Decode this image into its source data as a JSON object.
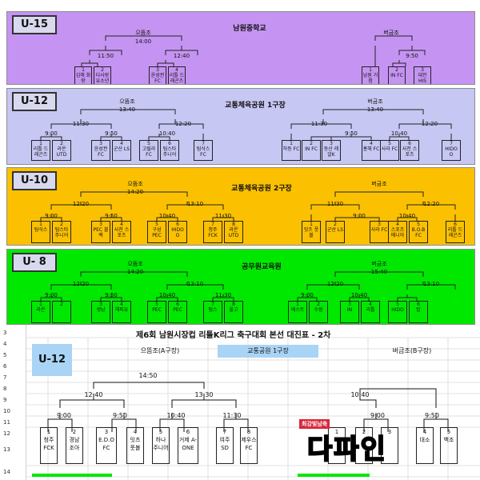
{
  "colors": {
    "u15": "#c594f2",
    "u12": "#c7c7f4",
    "u10": "#fbc100",
    "u8": "#00e800",
    "sheet_header": "#a9d4f5",
    "watermark": "#d8283c"
  },
  "sections": [
    {
      "id": "u15",
      "label": "U-15",
      "venue": "남원중학교",
      "groups": [
        {
          "name": "으뜸조",
          "time": "14:00",
          "subs": [
            {
              "time": "11:50",
              "teams": [
                {
                  "n": "1",
                  "t": "김해 화랑"
                },
                {
                  "n": "2",
                  "t": "다사랑 유소년"
                }
              ]
            },
            {
              "time": "12:40",
              "teams": [
                {
                  "n": "3",
                  "t": "윤성권 FC"
                },
                {
                  "n": "4",
                  "t": "리틀 드래곤즈"
                }
              ]
            }
          ]
        },
        {
          "name": "버금조",
          "time": "",
          "subs": [
            {
              "time": "",
              "teams": [
                {
                  "n": "1",
                  "t": "남원 거점"
                }
              ]
            },
            {
              "time": "9:50",
              "teams": [
                {
                  "n": "2",
                  "t": "IN FC"
                },
                {
                  "n": "3",
                  "t": "대전 HIS"
                }
              ]
            }
          ]
        }
      ]
    },
    {
      "id": "u12",
      "label": "U-12",
      "venue": "교통체육공원 1구장",
      "groups": [
        {
          "name": "으뜸조",
          "time": "13:40",
          "time2": "11:30",
          "time3": "12:20",
          "subs": [
            {
              "time": "9:00",
              "teams": [
                {
                  "n": "1",
                  "t": "리틀 드래곤즈"
                },
                {
                  "n": "2",
                  "t": "라온 UTD"
                }
              ]
            },
            {
              "time": "9:50",
              "teams": [
                {
                  "n": "3",
                  "t": "윤성권 FC"
                },
                {
                  "n": "4",
                  "t": "군산 LS"
                }
              ]
            },
            {
              "time": "10:40",
              "teams": [
                {
                  "n": "5",
                  "t": "고릴라 FC"
                },
                {
                  "n": "6",
                  "t": "팀스타 주니어"
                }
              ]
            },
            {
              "time": "",
              "teams": [
                {
                  "n": "7",
                  "t": "팀식스 FC"
                }
              ]
            }
          ]
        },
        {
          "name": "버금조",
          "time": "13:40",
          "time2": "11:30",
          "time3": "12:20",
          "subs": [
            {
              "time": "",
              "teams": [
                {
                  "n": "1",
                  "t": "하동 FC"
                }
              ]
            },
            {
              "time": "9:50",
              "teams": [
                {
                  "n": "2",
                  "t": "IN FC"
                },
                {
                  "n": "3",
                  "t": "동산 레알K"
                },
                {
                  "n": "4",
                  "t": "홍해 FC"
                }
              ]
            },
            {
              "time": "10:40",
              "teams": [
                {
                  "n": "5",
                  "t": "사라 FC"
                },
                {
                  "n": "6",
                  "t": "사천 스포츠"
                }
              ]
            },
            {
              "time": "",
              "teams": [
                {
                  "n": "7",
                  "t": "HIDO O"
                }
              ]
            }
          ]
        }
      ]
    },
    {
      "id": "u10",
      "label": "U-10",
      "venue": "교통체육공원 2구장",
      "groups": [
        {
          "name": "으뜸조",
          "time": "14:20",
          "time2": "12:20",
          "time3": "13:10",
          "subs": [
            {
              "time": "9:00",
              "teams": [
                {
                  "n": "1",
                  "t": "팀식스"
                },
                {
                  "n": "2",
                  "t": "팀스타 주니어"
                }
              ]
            },
            {
              "time": "9:50",
              "teams": [
                {
                  "n": "3",
                  "t": "PEC 블랙"
                },
                {
                  "n": "4",
                  "t": "사천 스포츠"
                }
              ]
            },
            {
              "time": "10:40",
              "teams": [
                {
                  "n": "5",
                  "t": "구성 PEC"
                },
                {
                  "n": "6",
                  "t": "HIDO O"
                }
              ]
            },
            {
              "time": "11:30",
              "teams": [
                {
                  "n": "7",
                  "t": "청주 FCK"
                },
                {
                  "n": "8",
                  "t": "라온 UTD"
                }
              ]
            }
          ]
        },
        {
          "name": "버금조",
          "time": "",
          "time2": "11:30",
          "time3": "12:20",
          "subs": [
            {
              "time": "",
              "teams": [
                {
                  "n": "1",
                  "t": "잇츠 풋볼"
                }
              ]
            },
            {
              "time": "9:00",
              "teams": [
                {
                  "n": "2",
                  "t": "군산 LS"
                },
                {
                  "n": "3",
                  "t": "사라 FC"
                }
              ]
            },
            {
              "time": "10:40",
              "teams": [
                {
                  "n": "4",
                  "t": "스포츠 메니아"
                },
                {
                  "n": "5",
                  "t": "B.O.B FC"
                }
              ]
            },
            {
              "time": "",
              "teams": [
                {
                  "n": "6",
                  "t": "리틀 드래곤즈"
                }
              ]
            }
          ]
        }
      ]
    },
    {
      "id": "u8",
      "label": "U- 8",
      "venue": "공무원교육원",
      "groups": [
        {
          "name": "으뜸조",
          "time": "14:20",
          "time2": "12:20",
          "time3": "13:10",
          "subs": [
            {
              "time": "9:00",
              "teams": [
                {
                  "n": "1",
                  "t": "라온"
                },
                {
                  "n": "2",
                  "t": ""
                }
              ]
            },
            {
              "time": "9:50",
              "teams": [
                {
                  "n": "3",
                  "t": "생남"
                },
                {
                  "n": "4",
                  "t": "해피유"
                }
              ]
            },
            {
              "time": "10:40",
              "teams": [
                {
                  "n": "5",
                  "t": "PEC"
                },
                {
                  "n": "6",
                  "t": "PEC"
                }
              ]
            },
            {
              "time": "11:30",
              "teams": [
                {
                  "n": "7",
                  "t": "팀스"
                },
                {
                  "n": "8",
                  "t": "울고"
                }
              ]
            }
          ]
        },
        {
          "name": "버금조",
          "time": "15:40",
          "time2": "12:20",
          "time3": "13:10",
          "subs": [
            {
              "time": "9:00",
              "teams": [
                {
                  "n": "1",
                  "t": "베스트"
                },
                {
                  "n": "2",
                  "t": "수원"
                }
              ]
            },
            {
              "time": "10:40",
              "teams": [
                {
                  "n": "3",
                  "t": "IN"
                },
                {
                  "n": "4",
                  "t": "리틀"
                }
              ]
            },
            {
              "time": "",
              "teams": [
                {
                  "n": "5",
                  "t": "HIDO"
                },
                {
                  "n": "6",
                  "t": "탑"
                }
              ]
            }
          ]
        }
      ]
    }
  ],
  "sheet": {
    "title": "제6회 남원시장컵 리틀K리그 축구대회 본선 대진표  - 2차",
    "row_numbers": [
      "3",
      "4",
      "5",
      "6",
      "7",
      "8",
      "9",
      "10",
      "11",
      "12",
      "13",
      "14"
    ],
    "label": "U-12",
    "group_a": "으뜸조(A구장)",
    "venue": "교통공원 1구장",
    "group_b": "버금조(B구장)",
    "times": {
      "final_a": "14:50",
      "semi_a1": "12:40",
      "semi_a2": "13:30",
      "final_b": "10:40",
      "r1": [
        "9:00",
        "9:50",
        "10:40",
        "11:30"
      ],
      "r1_b": [
        "9:00",
        "9:50"
      ]
    },
    "teams_a": [
      {
        "n": "1",
        "t": "청주 FCK"
      },
      {
        "n": "2",
        "t": "경남 조아"
      },
      {
        "n": "3",
        "t": "E.D.O FC"
      },
      {
        "n": "4",
        "t": "잇츠 풋볼"
      },
      {
        "n": "5",
        "t": "하나 주니어"
      },
      {
        "n": "6",
        "t": "거제 A-ONE"
      },
      {
        "n": "7",
        "t": "여주 SD"
      },
      {
        "n": "8",
        "t": "제우스 FC"
      }
    ],
    "teams_b": [
      {
        "n": "1",
        "t": ""
      },
      {
        "n": "2",
        "t": ""
      },
      {
        "n": "3",
        "t": ""
      },
      {
        "n": "4",
        "t": "대소"
      },
      {
        "n": "5",
        "t": "백조"
      }
    ]
  },
  "watermark": {
    "small": "최강빛남축",
    "big": "다파인"
  }
}
